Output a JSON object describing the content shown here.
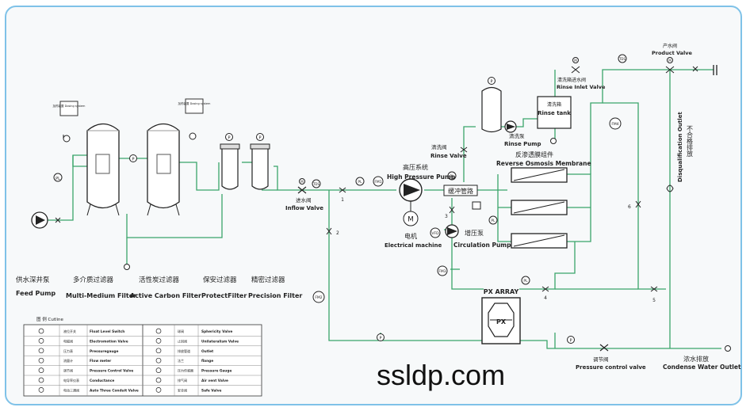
{
  "equipment": {
    "feed_pump": {
      "cn": "供水深井泵",
      "en": "Feed Pump"
    },
    "multi_medium_filter": {
      "cn": "多介质过滤器",
      "en": "Multi-Medium Filter"
    },
    "active_carbon_filter": {
      "cn": "活性炭过滤器",
      "en": "Active Carbon Filter"
    },
    "protect_filter": {
      "cn": "保安过滤器",
      "en": "ProtectFilter"
    },
    "precision_filter": {
      "cn": "精密过滤器",
      "en": "Precision Filter"
    },
    "inflow_valve": {
      "cn": "进水阀",
      "en": "Inflow Valve"
    },
    "high_pressure_pump": {
      "cn": "高压系统",
      "en": "High Pressure Pump"
    },
    "electrical_machine": {
      "cn": "电机",
      "en": "Electrical machine"
    },
    "buffer_pipe": {
      "cn": "缓冲管路"
    },
    "booster_pump": {
      "cn": "增压泵",
      "en": "Circulation Pump"
    },
    "ro_membrane": {
      "cn": "反渗透膜组件",
      "en": "Reverse Osmosis Membrane"
    },
    "rinse_valve": {
      "cn": "清洗阀",
      "en": "Rinse Valve"
    },
    "rinse_pump": {
      "cn": "清洗泵",
      "en": "Rinse Pump"
    },
    "rinse_tank": {
      "cn": "清洗箱",
      "en": "Rinse tank"
    },
    "rinse_inlet_valve": {
      "cn": "清洗箱进水阀",
      "en": "Rinse Inlet Valve"
    },
    "product_valve": {
      "cn": "产水阀",
      "en": "Product Valve"
    },
    "disqualification_outlet": {
      "cn": "不合格排放",
      "en": "Disqualification Outlet"
    },
    "px_array": {
      "en": "PX ARRAY",
      "inner": "PX"
    },
    "pressure_control_valve": {
      "cn": "调节阀",
      "en": "Pressure control valve"
    },
    "condense_water_outlet": {
      "cn": "浓水排放",
      "en": "Condense Water Outlet"
    }
  },
  "tank_small_labels": {
    "dosing_1": "加药装置 Dosing system",
    "dosing_2": "加药装置 Dosing system"
  },
  "instrument_tags": {
    "pl": "PL",
    "p": "P",
    "tds": "TDS",
    "fm1": "FM1",
    "fm2": "FM2",
    "fm3": "FM3",
    "fm4": "FM4",
    "vfd": "VFD",
    "m": "M"
  },
  "valve_numbers": {
    "v1": "1",
    "v2": "2",
    "v3": "3",
    "v4": "4",
    "v5": "5",
    "v6": "6"
  },
  "legend": {
    "title": "图 例 Cutline",
    "rows_left": [
      {
        "cn": "液位开关",
        "en": "Float Level Switch"
      },
      {
        "cn": "电磁阀",
        "en": "Electromotion Valve"
      },
      {
        "cn": "压力表",
        "en": "Pressuregauge"
      },
      {
        "cn": "流量计",
        "en": "Flow meter"
      },
      {
        "cn": "调节阀",
        "en": "Pressure Control Valve"
      },
      {
        "cn": "电导率仪表",
        "en": "Conductance"
      },
      {
        "cn": "电动三通阀",
        "en": "Auto Three Conduit Valve"
      }
    ],
    "rows_right": [
      {
        "cn": "球阀",
        "en": "Sphericity Valve"
      },
      {
        "cn": "止回阀",
        "en": "Unilateralism Valve"
      },
      {
        "cn": "排放管道",
        "en": "Outlet"
      },
      {
        "cn": "法兰",
        "en": "flange"
      },
      {
        "cn": "压力传感器",
        "en": "Pressure Gauge"
      },
      {
        "cn": "排气阀",
        "en": "Air vent Valve"
      },
      {
        "cn": "安全阀",
        "en": "Safe Valve"
      }
    ]
  },
  "watermark": "ssldp.com",
  "colors": {
    "pipe": "#3aa56a",
    "equipment": "#2a2a2a",
    "frame": "#7fc2e8",
    "background": "#f7f9fa"
  }
}
